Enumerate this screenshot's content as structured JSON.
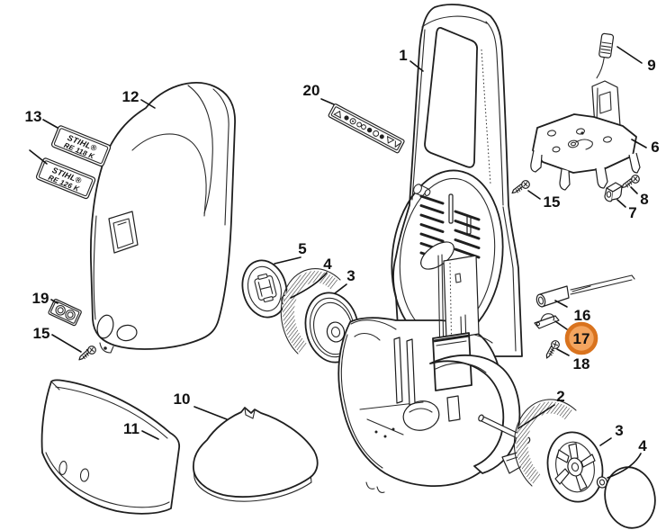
{
  "highlight": {
    "selected_part": "17",
    "ring_color": "#D9731E",
    "fill_color": "#F4A55F"
  },
  "callouts": {
    "c1": "1",
    "c2": "2",
    "c3_left": "3",
    "c3_right": "3",
    "c4_left": "4",
    "c4_right": "4",
    "c5": "5",
    "c6": "6",
    "c7": "7",
    "c8": "8",
    "c9": "9",
    "c10": "10",
    "c11": "11",
    "c12": "12",
    "c13": "13",
    "c15_left": "15",
    "c15_right": "15",
    "c16": "16",
    "c17": "17",
    "c18": "18",
    "c19": "19",
    "c20": "20"
  },
  "stickers": {
    "label_118": {
      "brand": "STIHL®",
      "model": "RE 118 K"
    },
    "label_126": {
      "brand": "STIHL®",
      "model": "RE 126 K"
    }
  },
  "colors": {
    "line": "#1f1f1f",
    "background": "#ffffff"
  }
}
